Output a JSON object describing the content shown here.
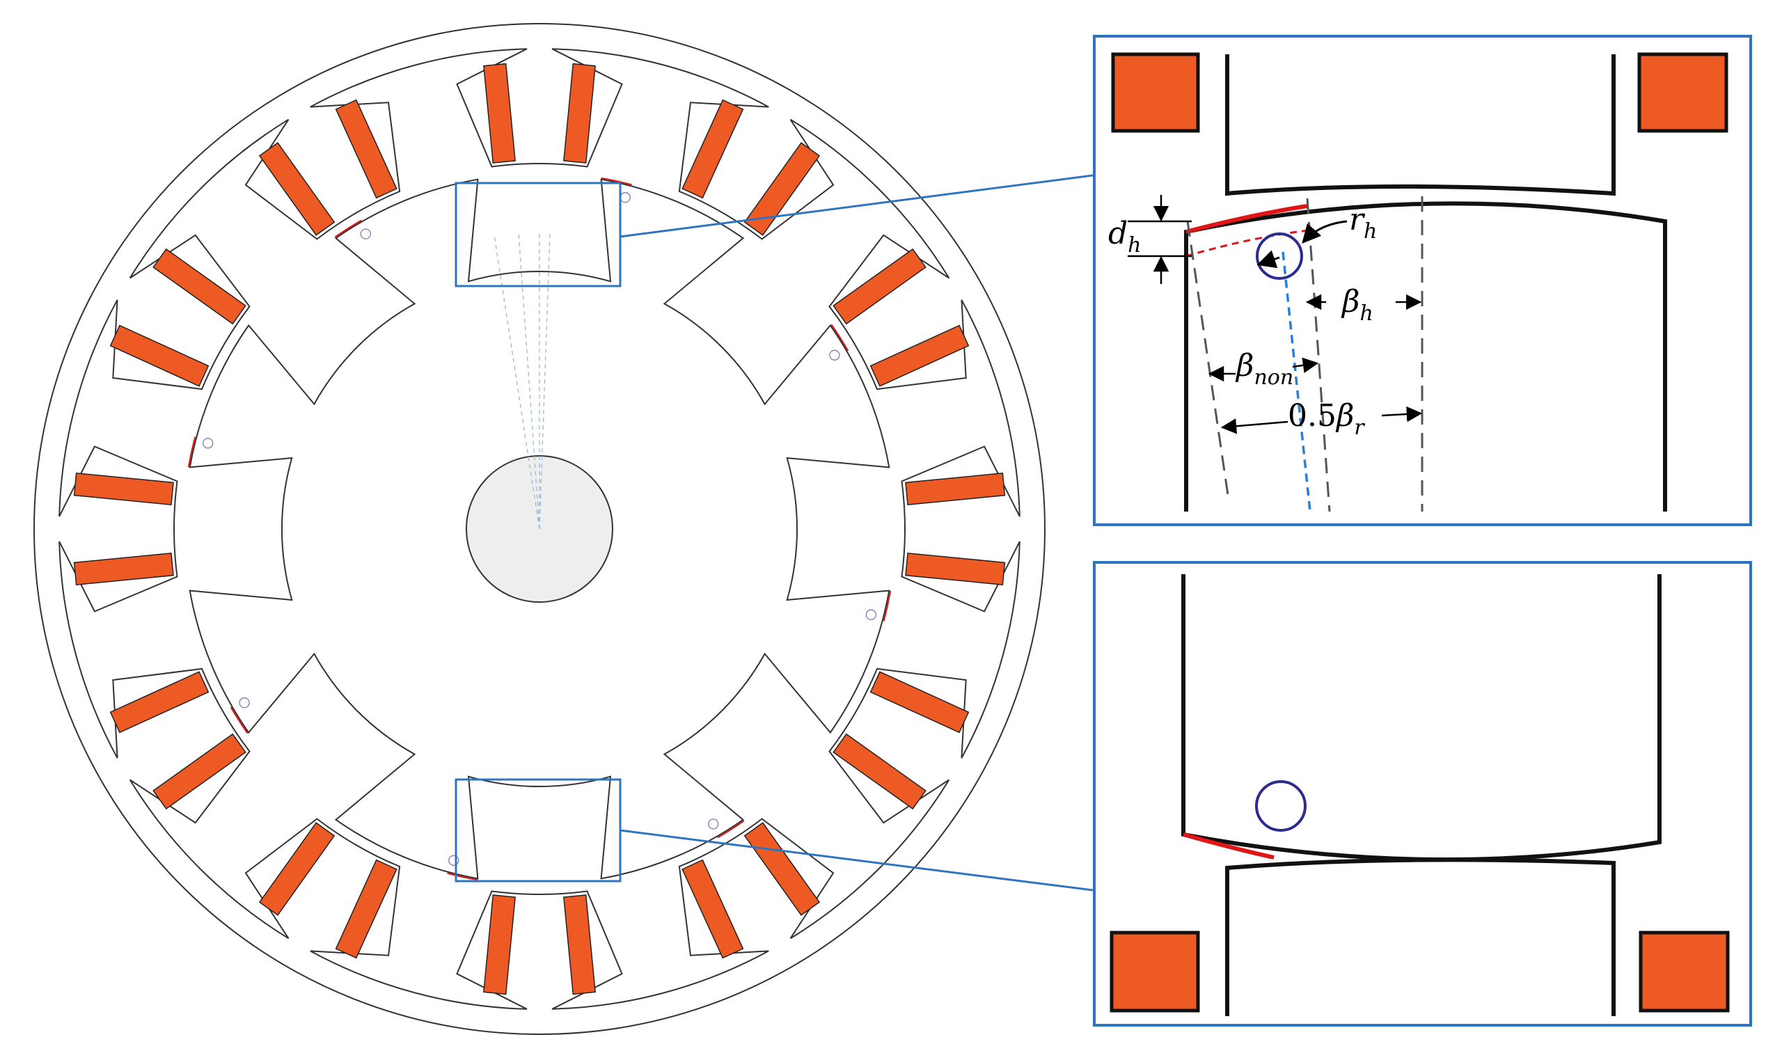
{
  "figure": {
    "colors": {
      "coil": "#ee5a24",
      "frame": "#2f74c0",
      "hole": "#2b2b90",
      "highlight": "#e01515",
      "centerline": "#2a7fd4",
      "shaft": "#eeeeee"
    },
    "machine": {
      "stator_slots": 12,
      "rotor_poles": 8
    },
    "zoom_top": {
      "labels": {
        "d_sym": "d",
        "d_sub": "h",
        "r_sym": "r",
        "r_sub": "h",
        "bh_sym": "β",
        "bh_sub": "h",
        "bnon_sym": "β",
        "bnon_sub": "non",
        "br_pre": "0.5",
        "br_sym": "β",
        "br_sub": "r"
      }
    },
    "zoom_bottom": {
      "labels": {}
    }
  }
}
